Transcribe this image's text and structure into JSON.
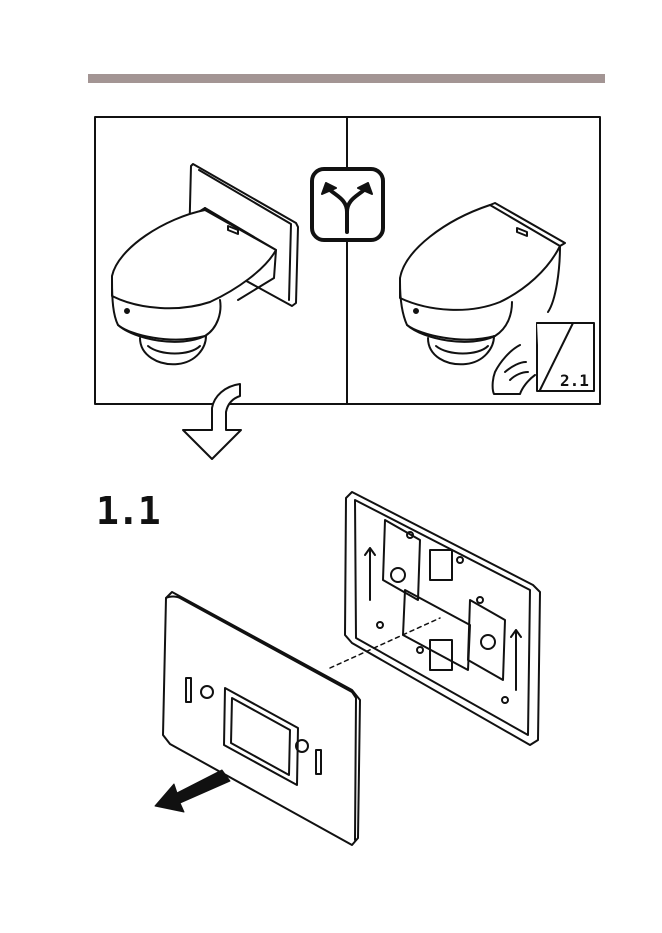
{
  "header": {
    "rule_color": "#a39594"
  },
  "top_panel": {
    "left_option": "wall-mount-camera",
    "center_icon": "fork-arrow-icon",
    "right_option": "ceiling-camera",
    "right_ref": "2.1"
  },
  "step": {
    "label": "1.1"
  },
  "colors": {
    "line": "#111111",
    "rule": "#a39594"
  }
}
